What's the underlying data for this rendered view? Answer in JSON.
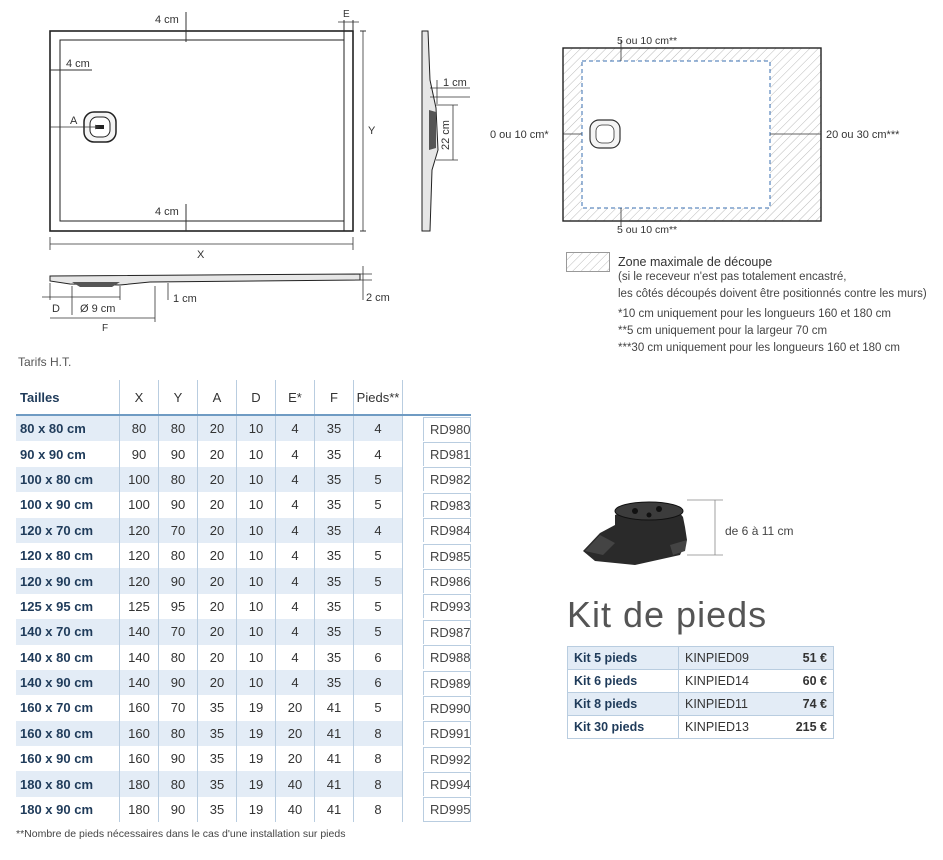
{
  "drawings": {
    "top_view": {
      "dim_4cm_top": "4 cm",
      "dim_E": "E",
      "dim_4cm_left": "4 cm",
      "dim_A": "A",
      "dim_Y": "Y",
      "dim_4cm_bottom": "4 cm",
      "dim_X": "X"
    },
    "side_view": {
      "dim_1cm": "1 cm",
      "dim_22cm": "22 cm"
    },
    "front_view": {
      "dim_D": "D",
      "dim_diameter": "Ø 9 cm",
      "dim_1cm": "1 cm",
      "dim_2cm": "2 cm",
      "dim_F": "F"
    },
    "cut_zone": {
      "top": "5 ou 10 cm**",
      "left": "0 ou 10 cm*",
      "right": "20 ou 30 cm***",
      "bottom": "5 ou 10 cm**"
    }
  },
  "legend": {
    "title": "Zone maximale de découpe",
    "line1": "(si le receveur n'est pas totalement encastré,",
    "line2": "les côtés découpés doivent être positionnés contre les murs)",
    "note1": "*10 cm uniquement pour les longueurs 160 et 180 cm",
    "note2": "**5 cm uniquement pour la largeur 70 cm",
    "note3": "***30 cm uniquement pour les longueurs 160 et 180 cm"
  },
  "table_title": "Tarifs H.T.",
  "table": {
    "headers": [
      "Tailles",
      "X",
      "Y",
      "A",
      "D",
      "E*",
      "F",
      "Pieds**"
    ],
    "rows": [
      {
        "cells": [
          "80 x 80 cm",
          "80",
          "80",
          "20",
          "10",
          "4",
          "35",
          "4"
        ],
        "ref": "RD980"
      },
      {
        "cells": [
          "90 x 90 cm",
          "90",
          "90",
          "20",
          "10",
          "4",
          "35",
          "4"
        ],
        "ref": "RD981"
      },
      {
        "cells": [
          "100 x 80 cm",
          "100",
          "80",
          "20",
          "10",
          "4",
          "35",
          "5"
        ],
        "ref": "RD982"
      },
      {
        "cells": [
          "100 x 90 cm",
          "100",
          "90",
          "20",
          "10",
          "4",
          "35",
          "5"
        ],
        "ref": "RD983"
      },
      {
        "cells": [
          "120 x 70 cm",
          "120",
          "70",
          "20",
          "10",
          "4",
          "35",
          "4"
        ],
        "ref": "RD984"
      },
      {
        "cells": [
          "120 x 80 cm",
          "120",
          "80",
          "20",
          "10",
          "4",
          "35",
          "5"
        ],
        "ref": "RD985"
      },
      {
        "cells": [
          "120 x 90 cm",
          "120",
          "90",
          "20",
          "10",
          "4",
          "35",
          "5"
        ],
        "ref": "RD986"
      },
      {
        "cells": [
          "125 x 95 cm",
          "125",
          "95",
          "20",
          "10",
          "4",
          "35",
          "5"
        ],
        "ref": "RD993"
      },
      {
        "cells": [
          "140 x 70 cm",
          "140",
          "70",
          "20",
          "10",
          "4",
          "35",
          "5"
        ],
        "ref": "RD987"
      },
      {
        "cells": [
          "140 x 80 cm",
          "140",
          "80",
          "20",
          "10",
          "4",
          "35",
          "6"
        ],
        "ref": "RD988"
      },
      {
        "cells": [
          "140 x 90 cm",
          "140",
          "90",
          "20",
          "10",
          "4",
          "35",
          "6"
        ],
        "ref": "RD989"
      },
      {
        "cells": [
          "160 x 70 cm",
          "160",
          "70",
          "35",
          "19",
          "20",
          "41",
          "5"
        ],
        "ref": "RD990"
      },
      {
        "cells": [
          "160 x 80 cm",
          "160",
          "80",
          "35",
          "19",
          "20",
          "41",
          "8"
        ],
        "ref": "RD991"
      },
      {
        "cells": [
          "160 x 90 cm",
          "160",
          "90",
          "35",
          "19",
          "20",
          "41",
          "8"
        ],
        "ref": "RD992"
      },
      {
        "cells": [
          "180 x 80 cm",
          "180",
          "80",
          "35",
          "19",
          "40",
          "41",
          "8"
        ],
        "ref": "RD994"
      },
      {
        "cells": [
          "180 x 90 cm",
          "180",
          "90",
          "35",
          "19",
          "40",
          "41",
          "8"
        ],
        "ref": "RD995"
      }
    ]
  },
  "footnote": "**Nombre de pieds nécessaires dans le cas d'une installation sur pieds",
  "foot_dim": "de 6 à 11 cm",
  "kit_title": "Kit de pieds",
  "kits": [
    {
      "name": "Kit 5 pieds",
      "code": "KINPIED09",
      "price": "51 €"
    },
    {
      "name": "Kit 6 pieds",
      "code": "KINPIED14",
      "price": "60 €"
    },
    {
      "name": "Kit 8 pieds",
      "code": "KINPIED11",
      "price": "74 €"
    },
    {
      "name": "Kit 30 pieds",
      "code": "KINPIED13",
      "price": "215 €"
    }
  ],
  "colors": {
    "accent": "#1f3b5a",
    "row_tint": "#e3ecf6",
    "grid": "#b9cde0",
    "drawing": "#222222"
  }
}
